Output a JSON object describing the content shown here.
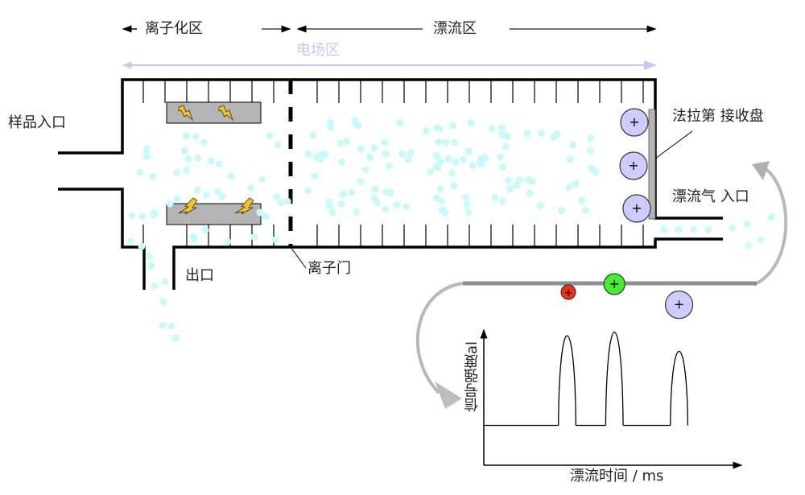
{
  "title": "离子迁移谱原理示意图",
  "zones": {
    "ionization": "离子化区",
    "drift": "漂流区",
    "electric_field": "电场区"
  },
  "labels": {
    "sample_inlet": "样品入口",
    "outlet": "出口",
    "ion_gate": "离子门",
    "faraday_plate": "法拉第 接收盘",
    "drift_gas_inlet": "漂流气 入口"
  },
  "ion_symbol": "+",
  "colors": {
    "tube_wall": "#000000",
    "electrode": "#b4b4b4",
    "lightning": "#f7c21a",
    "particle": "#c8fafa",
    "ion_large": "#ccccff",
    "ion_red": "#ee3311",
    "ion_green": "#44ee33",
    "ion_blue": "#ccccff",
    "field_arrow": "#c9c5ee",
    "flow_arrow": "#a9a9a9"
  },
  "chart_data": {
    "type": "line",
    "title": "",
    "xlabel": "漂流时间 / ms",
    "ylabel": "信号强度al",
    "grid": false,
    "xlim": [
      0,
      100
    ],
    "ylim": [
      0,
      100
    ],
    "baseline": 25,
    "peaks": [
      {
        "ion": "red",
        "color": "#ee3311",
        "size": "small",
        "start": 30,
        "center": 34,
        "end": 37,
        "height": 95
      },
      {
        "ion": "green",
        "color": "#44ee33",
        "size": "medium",
        "start": 49,
        "center": 52.5,
        "end": 56,
        "height": 98
      },
      {
        "ion": "blue",
        "color": "#ccccff",
        "size": "large",
        "start": 75,
        "center": 78.5,
        "end": 82,
        "height": 82
      }
    ]
  }
}
